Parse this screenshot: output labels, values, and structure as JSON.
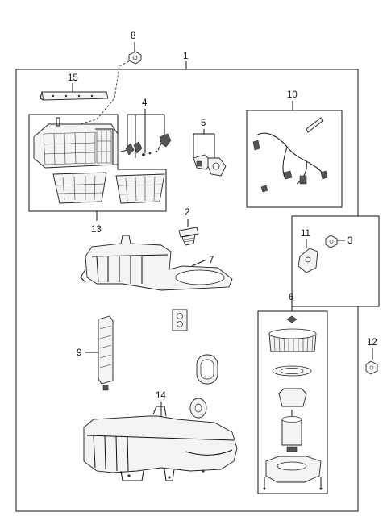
{
  "callouts": {
    "c1": "1",
    "c2": "2",
    "c3": "3",
    "c4": "4",
    "c5": "5",
    "c6": "6",
    "c7": "7",
    "c8": "8",
    "c9": "9",
    "c10": "10",
    "c11": "11",
    "c12": "12",
    "c13": "13",
    "c14": "14",
    "c15": "15"
  },
  "colors": {
    "line": "#111111",
    "part_fill": "#f4f4f4",
    "part_dark": "#555555",
    "background": "#ffffff"
  }
}
